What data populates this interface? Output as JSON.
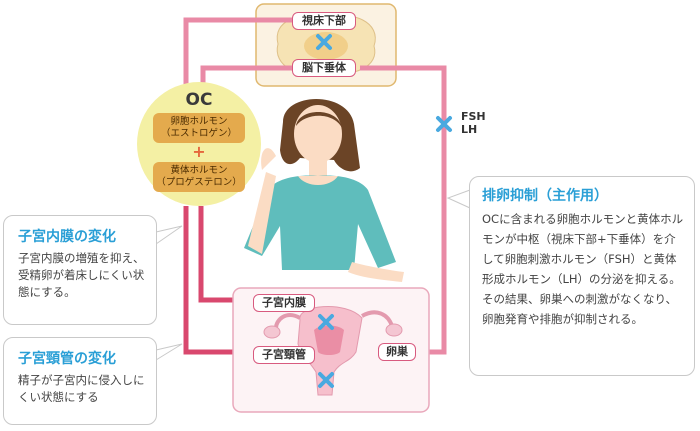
{
  "oc": {
    "title": "OC",
    "estrogen": "卵胞ホルモン\n（エストロゲン）",
    "plus": "+",
    "progestin": "黄体ホルモン\n（プロゲステロン）"
  },
  "labels": {
    "hypothalamus": "視床下部",
    "pituitary": "脳下垂体",
    "endometrium": "子宮内膜",
    "cervix": "子宮頸管",
    "ovary": "卵巣"
  },
  "hormones": {
    "fsh": "FSH",
    "lh": "LH"
  },
  "callouts": {
    "endometrium": {
      "title": "子宮内膜の変化",
      "body": "子宮内膜の増殖を抑え、受精卵が着床しにくい状態にする。"
    },
    "cervix": {
      "title": "子宮頸管の変化",
      "body": "精子が子宮内に侵入しにくい状態にする"
    },
    "ovulation": {
      "title": "排卵抑制（主作用）",
      "body": "OCに含まれる卵胞ホルモンと黄体ホルモンが中枢（視床下部+下垂体）を介して卵胞刺激ホルモン（FSH）と黄体形成ホルモン（LH）の分泌を抑える。その結果、卵巣への刺激がなくなり、卵胞発育や排胞が抑制される。"
    }
  },
  "colors": {
    "arrow_pink": "#e98aa6",
    "arrow_dark": "#d9486e",
    "cross": "#49a9e0",
    "oc_circle": "#f4f0a4",
    "pill": "#e4aa4d",
    "callout_title": "#2a9fd6"
  }
}
